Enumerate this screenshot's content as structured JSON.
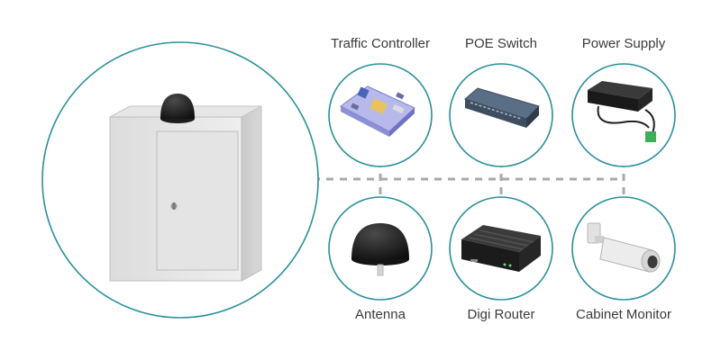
{
  "colors": {
    "ring": "#2b8f9a",
    "connector": "#a9a9a9",
    "label": "#3a3a3a"
  },
  "main": {
    "name": "Cabinet",
    "icon": "cabinet-icon"
  },
  "components": {
    "traffic_controller": {
      "label": "Traffic Controller",
      "icon": "circuit-board-icon"
    },
    "poe_switch": {
      "label": "POE Switch",
      "icon": "network-switch-icon"
    },
    "power_supply": {
      "label": "Power Supply",
      "icon": "power-adapter-icon"
    },
    "antenna": {
      "label": "Antenna",
      "icon": "dome-antenna-icon"
    },
    "digi_router": {
      "label": "Digi Router",
      "icon": "router-icon"
    },
    "cabinet_monitor": {
      "label": "Cabinet Monitor",
      "icon": "camera-icon"
    }
  }
}
